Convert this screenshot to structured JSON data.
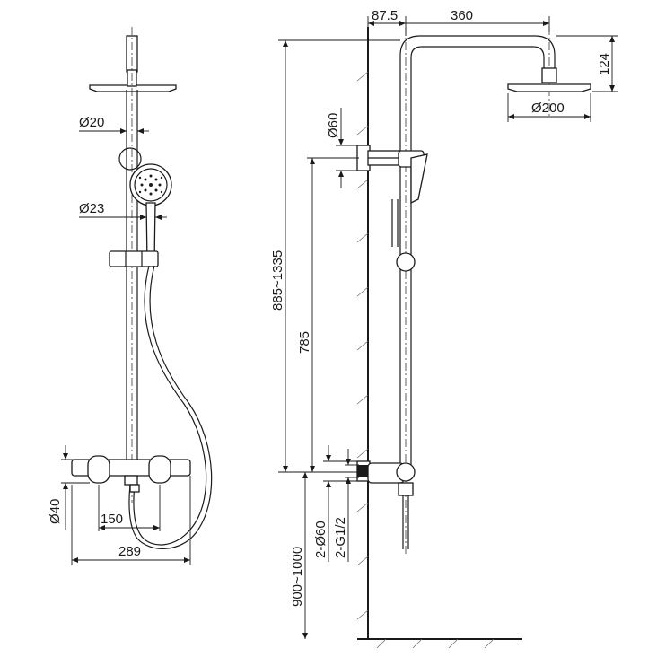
{
  "dimensions": {
    "wall_offset": "87.5",
    "arm_reach": "360",
    "head_height": "124",
    "head_diameter": "Ø200",
    "bracket_diameter": "Ø60",
    "height_range": "885~1335",
    "rail_length": "785",
    "floor_height": "900~1000",
    "flange_diameter": "2-Ø60",
    "inlet_thread": "2-G1/2",
    "riser_diameter": "Ø20",
    "handle_diameter": "Ø23",
    "mixer_diameter": "Ø40",
    "inlet_spacing": "150",
    "mixer_width": "289"
  }
}
